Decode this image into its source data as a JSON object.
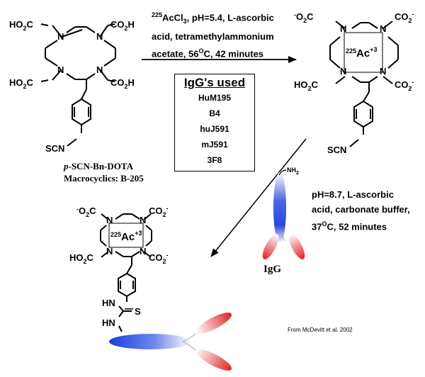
{
  "reaction1": {
    "isotope": "225",
    "reagent": "AcCl",
    "reagent_sub": "3",
    "conditions_1": ", pH=5.4, L-ascorbic",
    "conditions_2": "acid, tetramethylammonium",
    "conditions_3a": "acetate, 56",
    "conditions_3sup": "O",
    "conditions_3b": "C, 42 minutes"
  },
  "igg_box": {
    "title": "IgG's used",
    "items": [
      "HuM195",
      "B4",
      "huJ591",
      "mJ591",
      "3F8"
    ]
  },
  "chelator": {
    "name_prefix": "p",
    "name_rest": "-SCN-Bn-DOTA",
    "catalog": "Macrocyclics: B-205"
  },
  "reaction2": {
    "line1": "pH=8.7, L-ascorbic",
    "line2": "acid,   carbonate buffer,",
    "line3a": "37",
    "line3sup": "O",
    "line3b": "C, 52 minutes"
  },
  "antibody": {
    "label": "IgG",
    "amine": "NH",
    "amine_sub": "2"
  },
  "structure_labels": {
    "n": "N",
    "ho2c": "HO",
    "ho2c_sub": "2",
    "co2h": "CO",
    "co2h_sub": "2",
    "h": "H",
    "carboxylate_left": "O",
    "carboxylate_right": "CO",
    "metal_mass": "225",
    "metal": "Ac",
    "metal_charge": "+3",
    "scn": "SCN",
    "hn": "HN",
    "s": "S"
  },
  "credit": "From McDevitt et al. 2002",
  "colors": {
    "blue": "#2244dd",
    "red": "#dd2222"
  }
}
